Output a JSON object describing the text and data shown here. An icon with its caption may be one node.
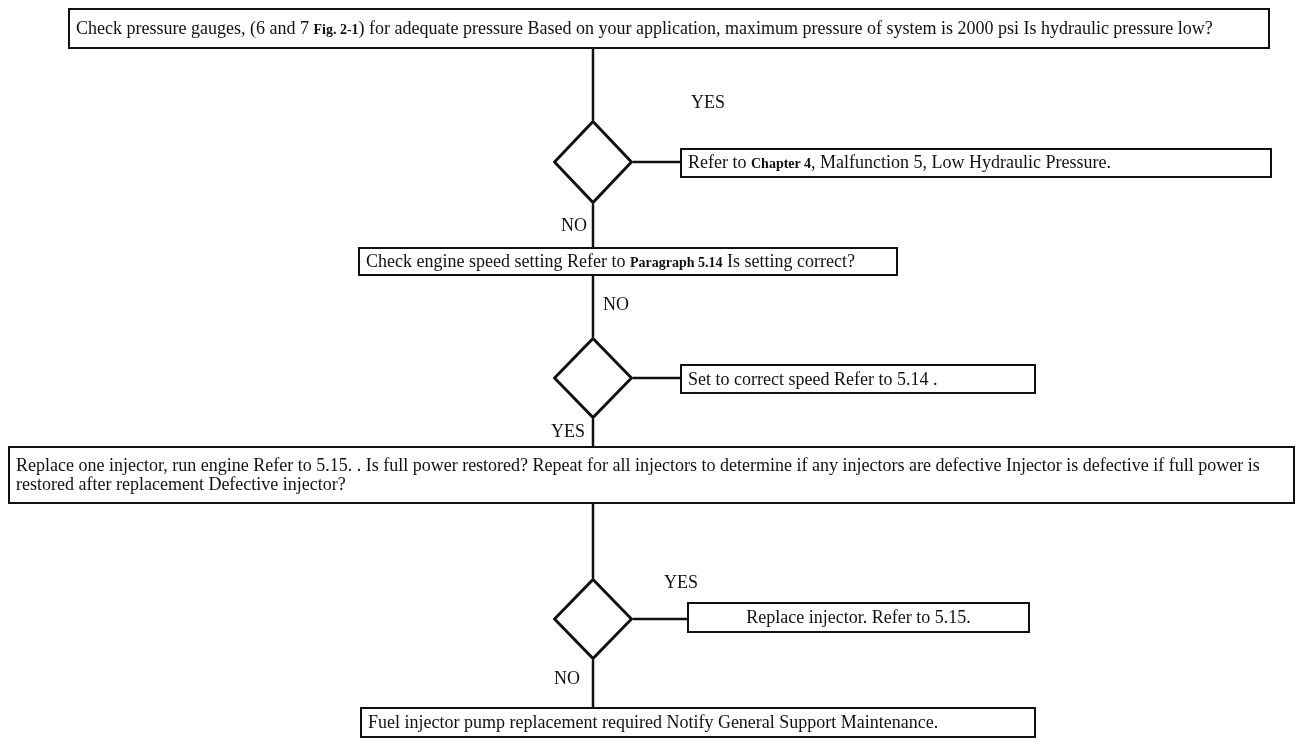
{
  "diagram": {
    "nodes": [
      {
        "text": [
          "Check pressure gauges, (6 and 7 **Fig. 2-1**) for adequate pressure Based on your application, maximum pressure of system is 2000 psi Is hydraulic pressure low?"
        ]
      },
      {
        "text": [],
        "shape": "diamond"
      },
      {
        "text": [
          "Refer to **Chapter 4**, Malfunction 5, Low Hydraulic Pressure."
        ]
      },
      {
        "text": [
          "Check engine speed setting Refer to **Paragraph 5.14** Is setting correct?"
        ]
      },
      {
        "text": [],
        "shape": "diamond"
      },
      {
        "text": [
          "Set to correct speed Refer to 5.14 ."
        ]
      },
      {
        "text": [
          "Replace one injector, run engine Refer to 5.15. . Is full power restored? Repeat for all injectors to determine if any injectors are defective Injector is defective if full power is restored after replacement Defective injector?"
        ]
      },
      {
        "text": [],
        "shape": "diamond"
      },
      {
        "text": [
          "Replace injector. Refer to 5.15."
        ]
      },
      {
        "text": [
          "Fuel injector pump replacement required Notify General Support Maintenance."
        ]
      }
    ],
    "edges": [
      {
        "from": 0,
        "to": 1,
        "arrow": "none"
      },
      {
        "from": 1,
        "to": 2,
        "arrow": "none",
        "label": "YES"
      },
      {
        "from": 1,
        "to": 3,
        "arrow": "none",
        "label": "NO"
      },
      {
        "from": 3,
        "to": 4,
        "arrow": "none",
        "label": "NO"
      },
      {
        "from": 4,
        "to": 5,
        "arrow": "none"
      },
      {
        "from": 4,
        "to": 6,
        "arrow": "none",
        "label": "YES"
      },
      {
        "from": 6,
        "to": 7,
        "arrow": "none"
      },
      {
        "from": 7,
        "to": 8,
        "arrow": "none",
        "label": "YES"
      },
      {
        "from": 7,
        "to": 9,
        "arrow": "none",
        "label": "NO"
      }
    ]
  }
}
